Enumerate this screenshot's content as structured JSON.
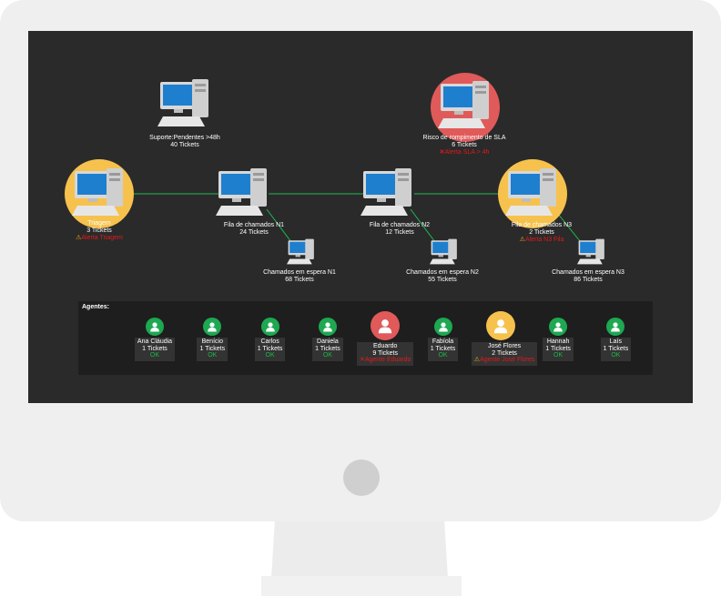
{
  "colors": {
    "link": "#1db954",
    "ok": "#1dbb4a",
    "alert": "#e01b1b",
    "halo_warning": "#f6c24d",
    "halo_critical": "#e05a5a",
    "screen": "#2a2a2a"
  },
  "nodes": {
    "pendentes": {
      "title": "Suporte:Pendentes >48h",
      "count": "40 Tickets",
      "icon": "desktop-computer-icon"
    },
    "sla": {
      "title": "Risco de rompimento de SLA",
      "count": "6 Tickets",
      "alert": "Alerta SLA > 4h",
      "status": "critical"
    },
    "triagem": {
      "title": "Triagem",
      "count": "3 Tickets",
      "alert": "Alerta Triagem",
      "status": "warning"
    },
    "fila_n1": {
      "title": "Fila de chamados N1",
      "count": "24 Tickets"
    },
    "fila_n2": {
      "title": "Fila de chamados N2",
      "count": "12 Tickets"
    },
    "fila_n3": {
      "title": "Fila de chamados N3",
      "count": "2 Tickets",
      "alert": "Alerta N3 Fila",
      "status": "warning"
    },
    "espera_n1": {
      "title": "Chamados em espera N1",
      "count": "68 Tickets"
    },
    "espera_n2": {
      "title": "Chamados em espera N2",
      "count": "55 Tickets"
    },
    "espera_n3": {
      "title": "Chamados em espera N3",
      "count": "86 Tickets"
    }
  },
  "agents": {
    "label": "Agentes:",
    "items": [
      {
        "name": "Ana Cláudia",
        "tickets": "1 Tickets",
        "status": "OK",
        "level": "ok"
      },
      {
        "name": "Benício",
        "tickets": "1 Tickets",
        "status": "OK",
        "level": "ok"
      },
      {
        "name": "Carlos",
        "tickets": "1 Tickets",
        "status": "OK",
        "level": "ok"
      },
      {
        "name": "Daniela",
        "tickets": "1 Tickets",
        "status": "OK",
        "level": "ok"
      },
      {
        "name": "Eduardo",
        "tickets": "9 Tickets",
        "status": "Agente Eduardo",
        "level": "critical"
      },
      {
        "name": "Fabíola",
        "tickets": "1 Tickets",
        "status": "OK",
        "level": "ok"
      },
      {
        "name": "José Flores",
        "tickets": "2 Tickets",
        "status": "Agente José Flores",
        "level": "warning"
      },
      {
        "name": "Hannah",
        "tickets": "1 Tickets",
        "status": "OK",
        "level": "ok"
      },
      {
        "name": "Laís",
        "tickets": "1 Tickets",
        "status": "OK",
        "level": "ok"
      }
    ]
  }
}
